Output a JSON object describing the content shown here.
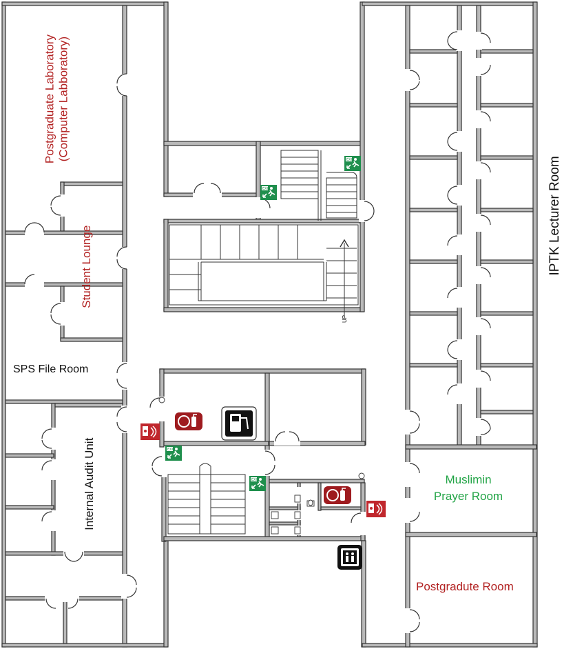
{
  "title": "IPTK Lecturer Room",
  "colors": {
    "wall_fill": "#b9b9b9",
    "wall_stroke": "#333333",
    "label_red": "#b22222",
    "label_green": "#22a446",
    "label_black": "#111111",
    "exit_green": "#1f8f4d",
    "fire_red": "#c0272d",
    "extinguisher_red": "#9e1b1f"
  },
  "rooms": {
    "postgraduate_lab_line1": "Postgraduate Laboratory",
    "postgraduate_lab_line2": "(Computer Labboratory)",
    "student_lounge": "Student Lounge",
    "sps_file_room": "SPS File Room",
    "internal_audit_unit": "Internal Audit Unit",
    "muslimin_prayer_line1": "Muslimin",
    "muslimin_prayer_line2": "Prayer Room",
    "postgraduate_room": "Postgradute Room"
  },
  "stair_label": "UP",
  "icons": {
    "exit_sign": "exit-sign-icon",
    "fire_extinguisher": "fire-extinguisher-icon",
    "fire_alarm": "fire-alarm-icon",
    "fuel_pump": "fuel-pump-icon",
    "lift": "lift-icon",
    "toilet": "toilet-icon"
  }
}
